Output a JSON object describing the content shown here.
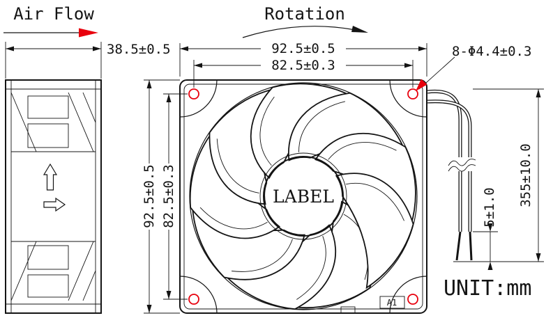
{
  "labels": {
    "air_flow": "Air Flow",
    "rotation": "Rotation",
    "unit": "UNIT:mm",
    "fan_center": "LABEL",
    "frame_mark": "A1"
  },
  "dimensions": {
    "frame_depth": "38.5±0.5",
    "frame_width": "92.5±0.5",
    "hole_pitch_width": "82.5±0.3",
    "frame_height": "92.5±0.5",
    "hole_pitch_height": "82.5±0.3",
    "mounting_holes": "8-Φ4.4±0.3",
    "lead_strip_length": "5±1.0",
    "lead_wire_length": "355±10.0"
  },
  "colors": {
    "ink": "#141414",
    "accent_red": "#e8000d"
  }
}
